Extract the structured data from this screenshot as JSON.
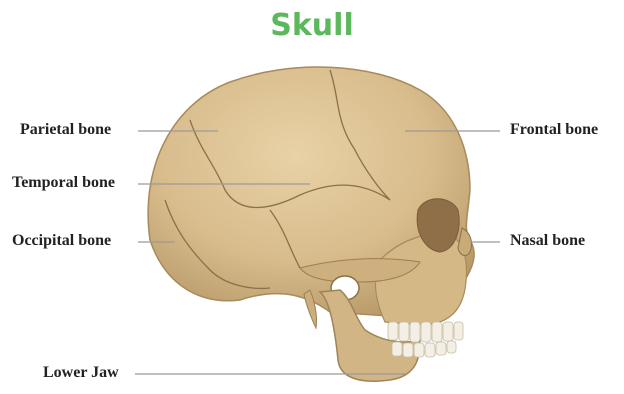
{
  "title": "Skull",
  "labels": {
    "parietal": "Parietal bone",
    "temporal": "Temporal bone",
    "occipital": "Occipital bone",
    "lower_jaw": "Lower Jaw",
    "frontal": "Frontal bone",
    "nasal": "Nasal bone"
  },
  "colors": {
    "title": "#5cb85c",
    "bone": "#d8bc8c",
    "bone_shadow": "#b89a68",
    "suture": "#8c7048",
    "teeth": "#f4efe4",
    "leader_line": "#9a9a9a"
  }
}
